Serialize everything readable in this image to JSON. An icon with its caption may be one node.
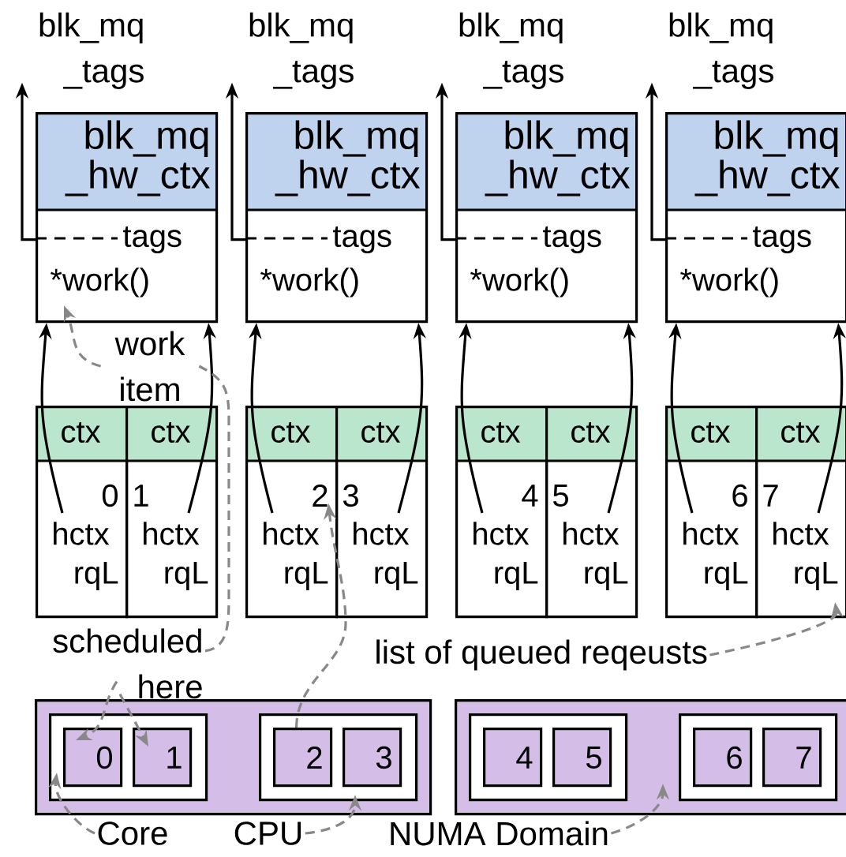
{
  "diagram": {
    "nodes": [
      {
        "text": [
          "blk_mq _tags"
        ]
      },
      {
        "text": [
          "blk_mq _tags"
        ]
      },
      {
        "text": [
          "blk_mq _tags"
        ]
      },
      {
        "text": [
          "blk_mq _tags"
        ]
      },
      {
        "text": [
          "blk_mq _hw_ctx",
          "tags",
          "*work()"
        ]
      },
      {
        "text": [
          "blk_mq _hw_ctx",
          "tags",
          "*work()"
        ]
      },
      {
        "text": [
          "blk_mq _hw_ctx",
          "tags",
          "*work()"
        ]
      },
      {
        "text": [
          "blk_mq _hw_ctx",
          "tags",
          "*work()"
        ]
      },
      {
        "text": [
          "work item"
        ]
      },
      {
        "text": [
          "ctx",
          "0",
          "hctx",
          "rqL"
        ]
      },
      {
        "text": [
          "ctx",
          "1",
          "hctx",
          "rqL"
        ]
      },
      {
        "text": [
          "ctx",
          "2",
          "hctx",
          "rqL"
        ]
      },
      {
        "text": [
          "ctx",
          "3",
          "hctx",
          "rqL"
        ]
      },
      {
        "text": [
          "ctx",
          "4",
          "hctx",
          "rqL"
        ]
      },
      {
        "text": [
          "ctx",
          "5",
          "hctx",
          "rqL"
        ]
      },
      {
        "text": [
          "ctx",
          "6",
          "hctx",
          "rqL"
        ]
      },
      {
        "text": [
          "ctx",
          "7",
          "hctx",
          "rqL"
        ]
      },
      {
        "text": [
          "scheduled here"
        ]
      },
      {
        "text": [
          "list of queued reqeusts"
        ]
      },
      {
        "text": [],
        "shape": "box"
      },
      {
        "text": [],
        "shape": "box",
        "in": 19
      },
      {
        "text": [
          "0"
        ],
        "in": 20
      },
      {
        "text": [
          "1"
        ],
        "in": 20
      },
      {
        "text": [],
        "shape": "box",
        "in": 19
      },
      {
        "text": [
          "2"
        ],
        "in": 23
      },
      {
        "text": [
          "3"
        ],
        "in": 23
      },
      {
        "text": [],
        "shape": "box"
      },
      {
        "text": [],
        "shape": "box",
        "in": 26
      },
      {
        "text": [
          "4"
        ],
        "in": 27
      },
      {
        "text": [
          "5"
        ],
        "in": 27
      },
      {
        "text": [],
        "shape": "box",
        "in": 26
      },
      {
        "text": [
          "6"
        ],
        "in": 30
      },
      {
        "text": [
          "7"
        ],
        "in": 30
      },
      {
        "text": [
          "Core"
        ]
      },
      {
        "text": [
          "CPU"
        ]
      },
      {
        "text": [
          "NUMA Domain"
        ]
      }
    ],
    "edges": [
      {
        "from": 4,
        "to": 0,
        "arrow": "to"
      },
      {
        "from": 5,
        "to": 1,
        "arrow": "to"
      },
      {
        "from": 6,
        "to": 2,
        "arrow": "to"
      },
      {
        "from": 7,
        "to": 3,
        "arrow": "to"
      },
      {
        "from": 9,
        "to": 4,
        "arrow": "to"
      },
      {
        "from": 10,
        "to": 4,
        "arrow": "to"
      },
      {
        "from": 11,
        "to": 5,
        "arrow": "to"
      },
      {
        "from": 12,
        "to": 5,
        "arrow": "to"
      },
      {
        "from": 13,
        "to": 6,
        "arrow": "to"
      },
      {
        "from": 14,
        "to": 6,
        "arrow": "to"
      },
      {
        "from": 15,
        "to": 7,
        "arrow": "to"
      },
      {
        "from": 16,
        "to": 7,
        "arrow": "to"
      },
      {
        "from": 8,
        "to": 4,
        "arrow": "to",
        "style": "dashed",
        "color": "#888888"
      },
      {
        "from": 17,
        "to": 8,
        "arrow": "none",
        "style": "dashed",
        "color": "#888888"
      },
      {
        "from": 17,
        "to": 21,
        "arrow": "to",
        "style": "dashed",
        "color": "#888888"
      },
      {
        "from": 17,
        "to": 22,
        "arrow": "to",
        "style": "dashed",
        "color": "#888888"
      },
      {
        "from": 33,
        "to": 20,
        "arrow": "to",
        "style": "dashed",
        "color": "#888888"
      },
      {
        "from": 34,
        "to": 25,
        "arrow": "to",
        "style": "dashed",
        "color": "#888888"
      },
      {
        "from": 35,
        "to": 26,
        "arrow": "to",
        "style": "dashed",
        "color": "#888888"
      },
      {
        "from": 18,
        "to": 16,
        "arrow": "to",
        "style": "dashed",
        "color": "#888888"
      },
      {
        "from": 24,
        "to": 11,
        "arrow": "to",
        "style": "dashed",
        "color": "#888888"
      }
    ]
  }
}
